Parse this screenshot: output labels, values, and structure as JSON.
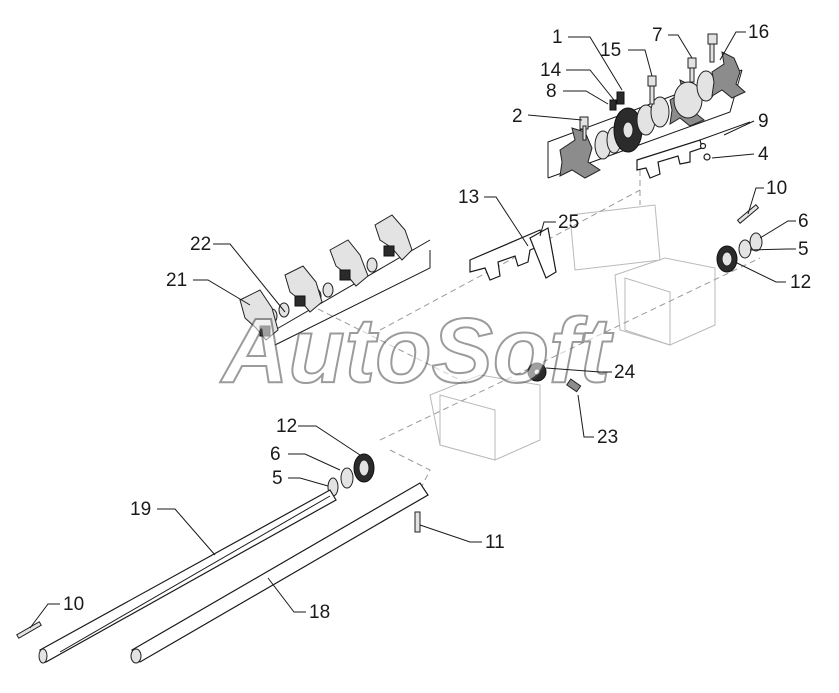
{
  "watermark": "AutoSoft",
  "callouts": [
    {
      "id": "c1",
      "text": "1"
    },
    {
      "id": "c14",
      "text": "14"
    },
    {
      "id": "c8",
      "text": "8"
    },
    {
      "id": "c2",
      "text": "2"
    },
    {
      "id": "c15",
      "text": "15"
    },
    {
      "id": "c7",
      "text": "7"
    },
    {
      "id": "c16",
      "text": "16"
    },
    {
      "id": "c9",
      "text": "9"
    },
    {
      "id": "c4",
      "text": "4"
    },
    {
      "id": "c13",
      "text": "13"
    },
    {
      "id": "c25",
      "text": "25"
    },
    {
      "id": "c10a",
      "text": "10"
    },
    {
      "id": "c6a",
      "text": "6"
    },
    {
      "id": "c5a",
      "text": "5"
    },
    {
      "id": "c12a",
      "text": "12"
    },
    {
      "id": "c22",
      "text": "22"
    },
    {
      "id": "c21",
      "text": "21"
    },
    {
      "id": "c24",
      "text": "24"
    },
    {
      "id": "c23",
      "text": "23"
    },
    {
      "id": "c12b",
      "text": "12"
    },
    {
      "id": "c6b",
      "text": "6"
    },
    {
      "id": "c5b",
      "text": "5"
    },
    {
      "id": "c19",
      "text": "19"
    },
    {
      "id": "c11",
      "text": "11"
    },
    {
      "id": "c10b",
      "text": "10"
    },
    {
      "id": "c18",
      "text": "18"
    }
  ],
  "colors": {
    "line": "#1a1a1a",
    "ghost": "#b9b9b9",
    "watermark_stroke": "#4a4a4a"
  }
}
